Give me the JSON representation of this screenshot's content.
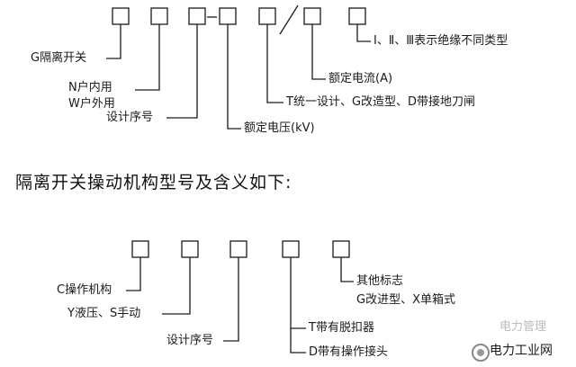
{
  "top_diagram": {
    "labels": {
      "type_note": "Ⅰ、Ⅱ、Ⅲ表示绝缘不同类型",
      "switch": "G隔离开关",
      "rated_current": "额定电流(A)",
      "indoor": "N户内用",
      "outdoor": "W户外用",
      "variant": "T统一设计、G改造型、D带接地刀闸",
      "design_no": "设计序号",
      "rated_voltage": "额定电压(kV)"
    }
  },
  "heading": "隔离开关操动机构型号及含义如下:",
  "bottom_diagram": {
    "labels": {
      "other": "其他标志",
      "mechanism": "C操作机构",
      "improved": "G改进型、X单箱式",
      "drive": "Y液压、S手动",
      "trip": "T带有脱扣器",
      "design_no": "设计序号",
      "interlock": "D带有操作接头"
    }
  },
  "watermark": {
    "faded_text": "电力管理",
    "brand": "电力工业网"
  }
}
